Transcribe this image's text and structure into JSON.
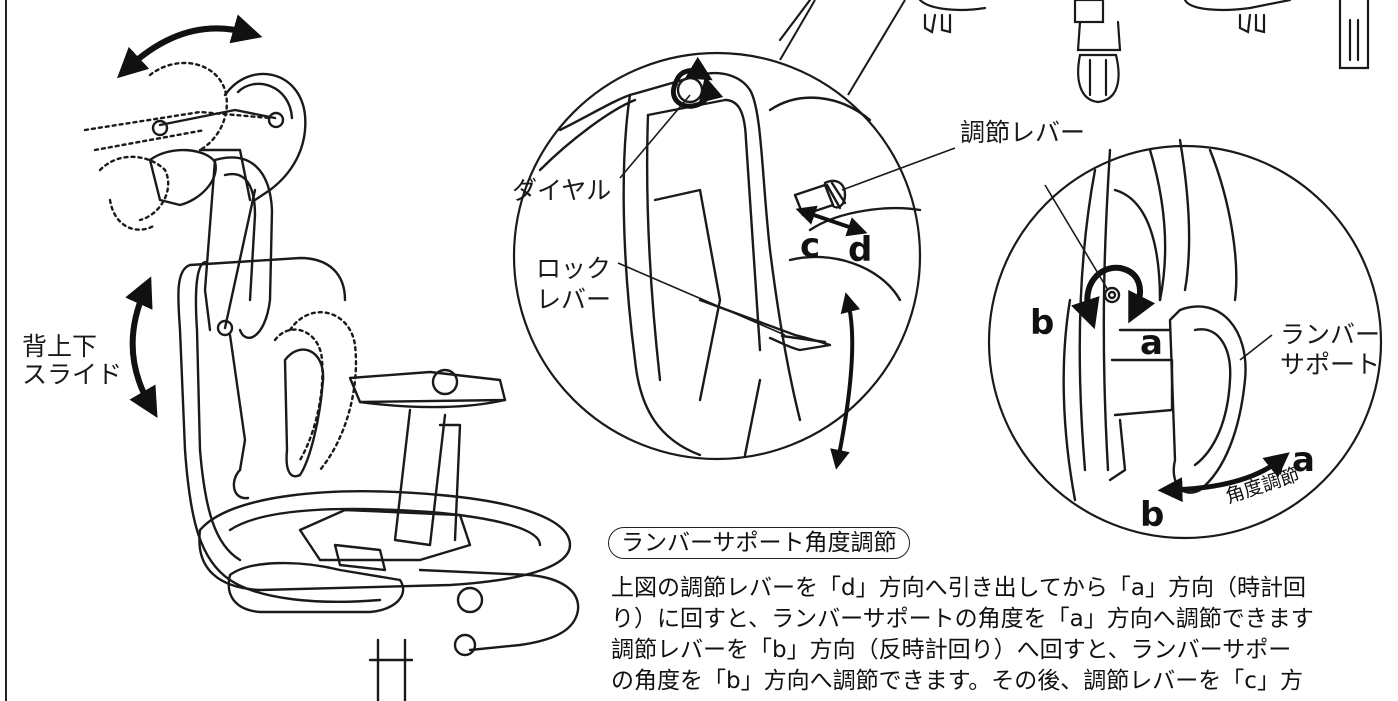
{
  "labels": {
    "back_slide_line1": "背上下",
    "back_slide_line2": "スライド",
    "dial": "ダイヤル",
    "lock_lever_line1": "ロック",
    "lock_lever_line2": "レバー",
    "adjust_lever": "調節レバー",
    "lumbar_line1": "ランバー",
    "lumbar_line2": "サポート",
    "angle_adjust": "角度調節"
  },
  "letters": {
    "c": "c",
    "d": "d",
    "b_left": "b",
    "a_left": "a",
    "a_right": "a",
    "b_bottom": "b"
  },
  "section": {
    "heading": "ランバーサポート角度調節",
    "lines": [
      "上図の調節レバーを「d」方向へ引き出してから「a」方向（時計回",
      "り）に回すと、ランバーサポートの角度を「a」方向へ調節できます",
      "調節レバーを「b」方向（反時計回り）へ回すと、ランバーサポー",
      "の角度を「b」方向へ調節できます。その後、調節レバーを「c」方"
    ]
  }
}
